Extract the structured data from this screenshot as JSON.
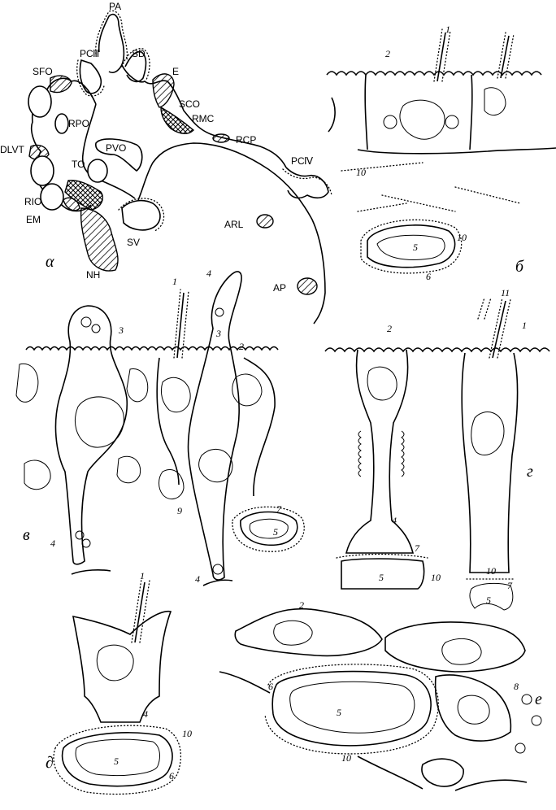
{
  "panel_letters": {
    "a": "α",
    "b": "б",
    "v": "в",
    "g": "г",
    "d": "∂",
    "e": "e"
  },
  "organ_labels": {
    "pa": "PA",
    "pc3": "PC",
    "pc3_num": "Ⅲ",
    "sd": "SD",
    "sfo": "SFO",
    "e": "E",
    "rpo": "RPO",
    "sco": "SCO",
    "rmc": "RMC",
    "rcp": "RCP",
    "pvo": "PVO",
    "dlvt": "DLVT",
    "to": "TO",
    "pc4": "PC",
    "pc4_num": "Ⅳ",
    "rio": "RIO",
    "em": "EM",
    "arl": "ARL",
    "sv": "SV",
    "nh": "NH",
    "ap": "AP"
  },
  "numbers": {
    "n1": "1",
    "n2": "2",
    "n3": "3",
    "n4": "4",
    "n5": "5",
    "n6": "6",
    "n7": "7",
    "n8": "8",
    "n9": "9",
    "n10": "10",
    "n11": "11"
  }
}
